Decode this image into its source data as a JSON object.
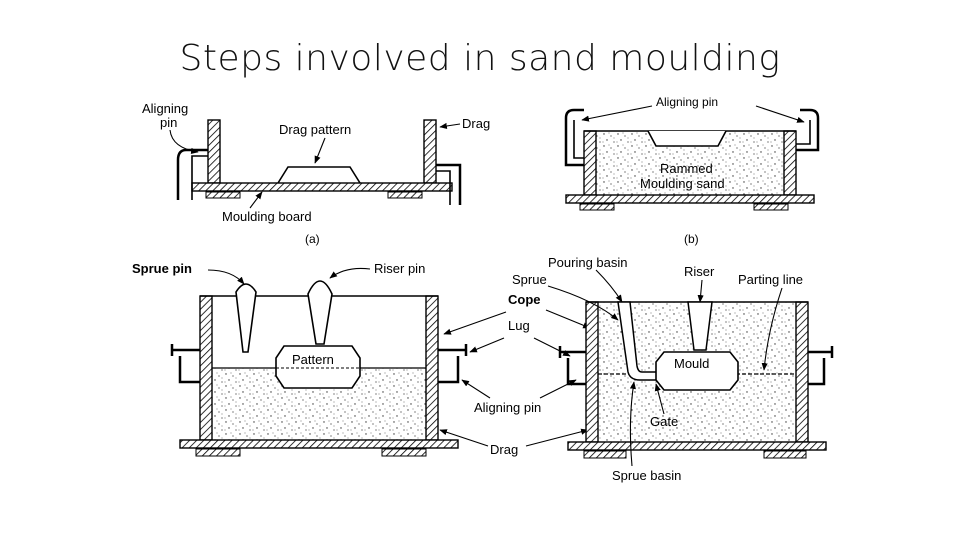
{
  "title": "Steps involved in sand moulding",
  "labels": {
    "a_aligning_pin": [
      "Aligning",
      "pin"
    ],
    "a_drag_pattern": "Drag pattern",
    "a_drag": "Drag",
    "a_moulding_board": "Moulding board",
    "a_caption": "(a)",
    "b_aligning_pin": "Aligning pin",
    "b_rammed": [
      "Rammed",
      "Moulding sand"
    ],
    "b_caption": "(b)",
    "c_sprue_pin": "Sprue pin",
    "c_riser_pin": "Riser pin",
    "c_pattern": "Pattern",
    "m_cope": "Cope",
    "m_lug": "Lug",
    "m_aligning_pin": "Aligning pin",
    "m_drag": "Drag",
    "d_pouring_basin": "Pouring basin",
    "d_sprue": "Sprue",
    "d_riser": "Riser",
    "d_parting_line": "Parting line",
    "d_mould": "Mould",
    "d_gate": "Gate",
    "d_sprue_basin": "Sprue basin"
  }
}
